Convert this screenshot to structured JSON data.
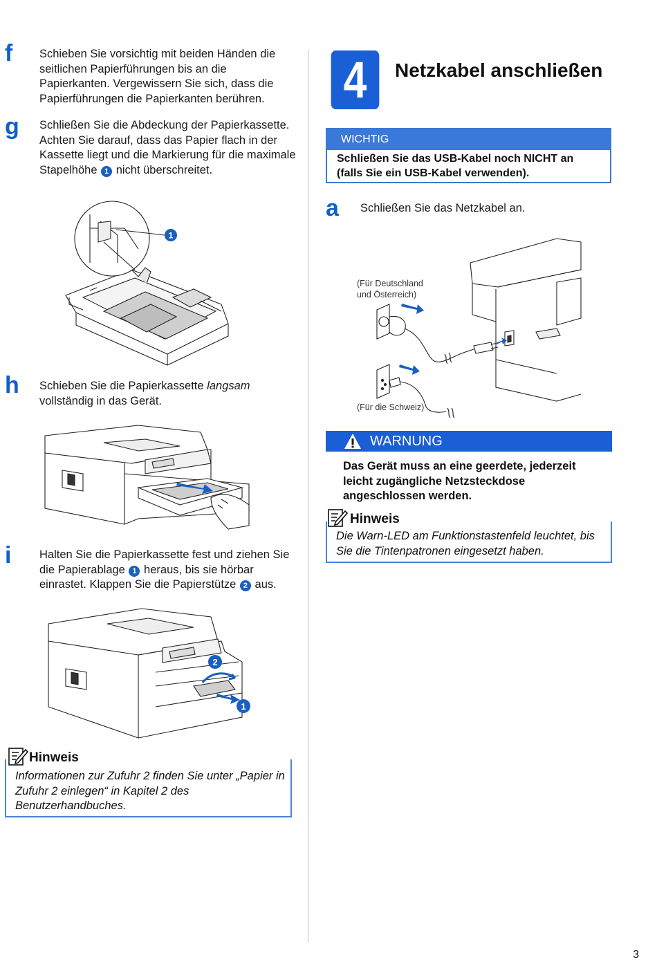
{
  "left": {
    "step_f": {
      "letter": "f",
      "text": "Schieben Sie vorsichtig mit beiden Händen die seitlichen Papierführungen bis an die Papierkanten. Vergewissern Sie sich, dass die Papierführungen die Papierkanten berühren."
    },
    "step_g": {
      "letter": "g",
      "text_before": "Schließen Sie die Abdeckung der Papierkassette. Achten Sie darauf, dass das Papier flach in der Kassette liegt und die Markierung für die maximale Stapelhöhe",
      "callout": "1",
      "text_after": "nicht überschreitet."
    },
    "figure_g": {
      "callout": "1"
    },
    "step_h": {
      "letter": "h",
      "text_before": "Schieben Sie die Papierkassette",
      "text_em": "langsam",
      "text_after": "vollständig in das Gerät."
    },
    "step_i": {
      "letter": "i",
      "text_1": "Halten Sie die Papierkassette fest und ziehen Sie die Papierablage",
      "callout_1": "1",
      "text_2": "heraus, bis sie hörbar einrastet. Klappen Sie die Papierstütze",
      "callout_2": "2",
      "text_3": "aus."
    },
    "figure_i": {
      "callout_1": "1",
      "callout_2": "2"
    },
    "note": {
      "title": "Hinweis",
      "text": "Informationen zur Zufuhr 2 finden Sie unter „Papier in Zufuhr 2 einlegen“ in Kapitel 2 des Benutzerhandbuches."
    }
  },
  "right": {
    "section": {
      "number": "4",
      "title": "Netzkabel anschließen"
    },
    "important": {
      "label": "WICHTIG",
      "text": "Schließen Sie das USB-Kabel noch NICHT an (falls Sie ein USB-Kabel verwenden)."
    },
    "step_a": {
      "letter": "a",
      "text": "Schließen Sie das Netzkabel an."
    },
    "figure_a": {
      "label_de_line1": "(Für Deutschland",
      "label_de_line2": "und Österreich)",
      "label_ch": "(Für die Schweiz)"
    },
    "warning": {
      "label": "WARNUNG",
      "text": "Das Gerät muss an eine geerdete, jederzeit leicht zugängliche Netzsteckdose angeschlossen werden."
    },
    "note": {
      "title": "Hinweis",
      "text": "Die Warn-LED am Funktionstastenfeld leuchtet, bis Sie die Tintenpatronen eingesetzt haben."
    }
  },
  "page_number": "3",
  "colors": {
    "accent": "#1a5fd6",
    "letter": "#1060c8",
    "frame": "#4a83d8"
  }
}
